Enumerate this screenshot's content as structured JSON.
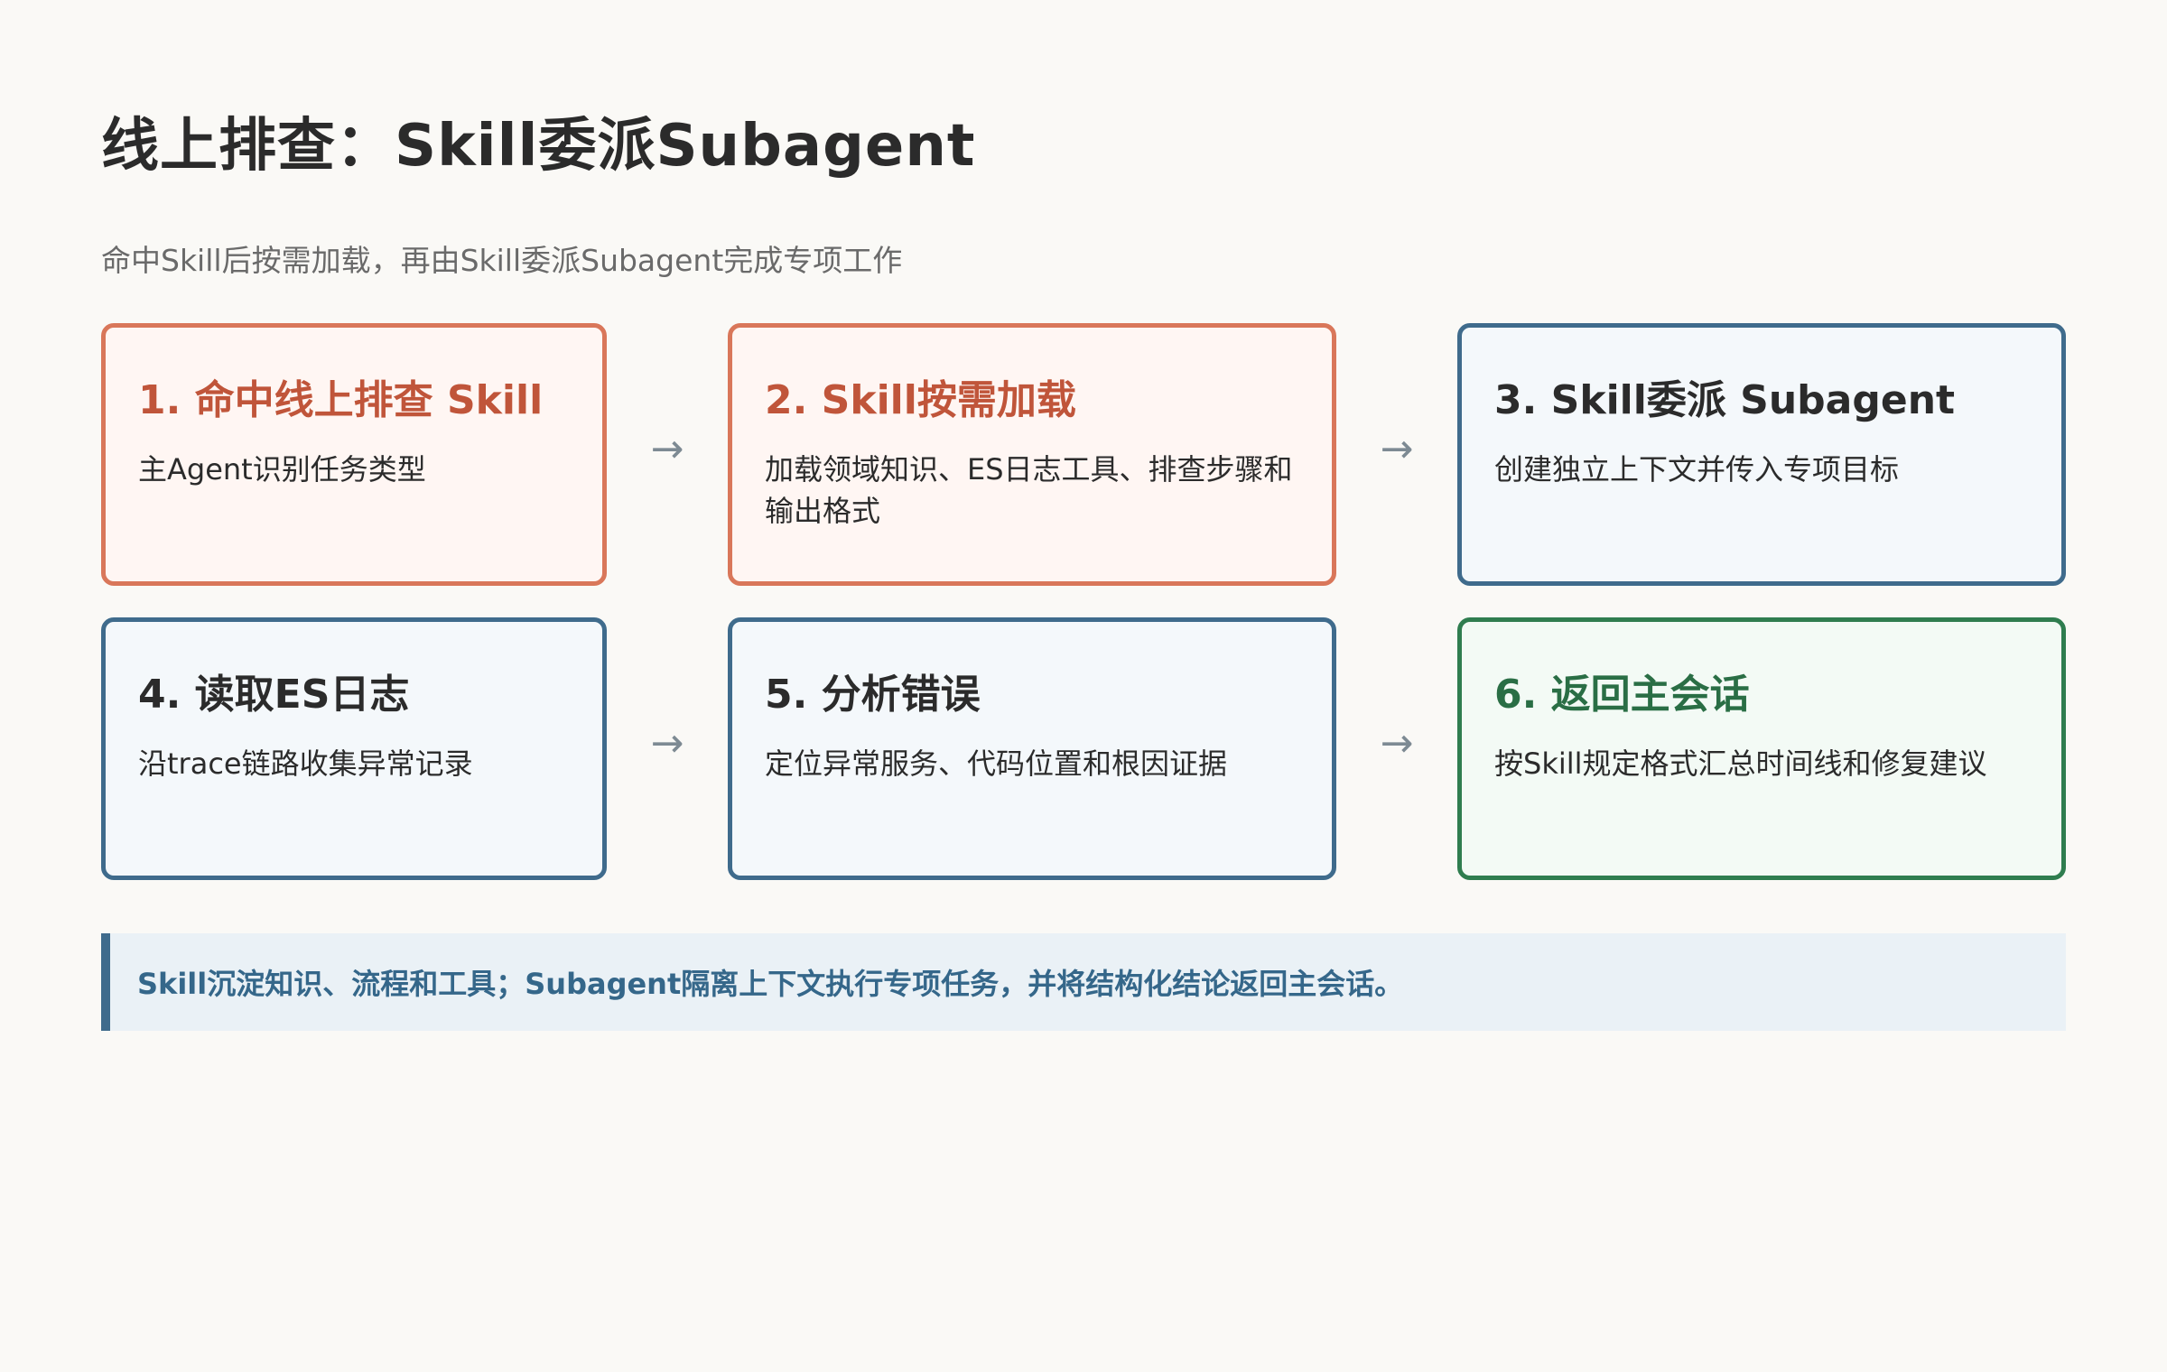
{
  "title": "线上排查：Skill委派Subagent",
  "subtitle": "命中Skill后按需加载，再由Skill委派Subagent完成专项工作",
  "arrow_glyph": "→",
  "steps": [
    {
      "title": "1. 命中线上排查 Skill",
      "desc": "主Agent识别任务类型",
      "color": "#d9775a"
    },
    {
      "title": "2. Skill按需加载",
      "desc": "加载领域知识、ES日志工具、排查步骤和输出格式",
      "color": "#d9775a"
    },
    {
      "title": "3. Skill委派 Subagent",
      "desc": "创建独立上下文并传入专项目标",
      "color": "#3f6b8c"
    },
    {
      "title": "4. 读取ES日志",
      "desc": "沿trace链路收集异常记录",
      "color": "#3f6b8c"
    },
    {
      "title": "5. 分析错误",
      "desc": "定位异常服务、代码位置和根因证据",
      "color": "#3f6b8c"
    },
    {
      "title": "6. 返回主会话",
      "desc": "按Skill规定格式汇总时间线和修复建议",
      "color": "#2f7d4f"
    }
  ],
  "note": "Skill沉淀知识、流程和工具；Subagent隔离上下文执行专项任务，并将结构化结论返回主会话。"
}
